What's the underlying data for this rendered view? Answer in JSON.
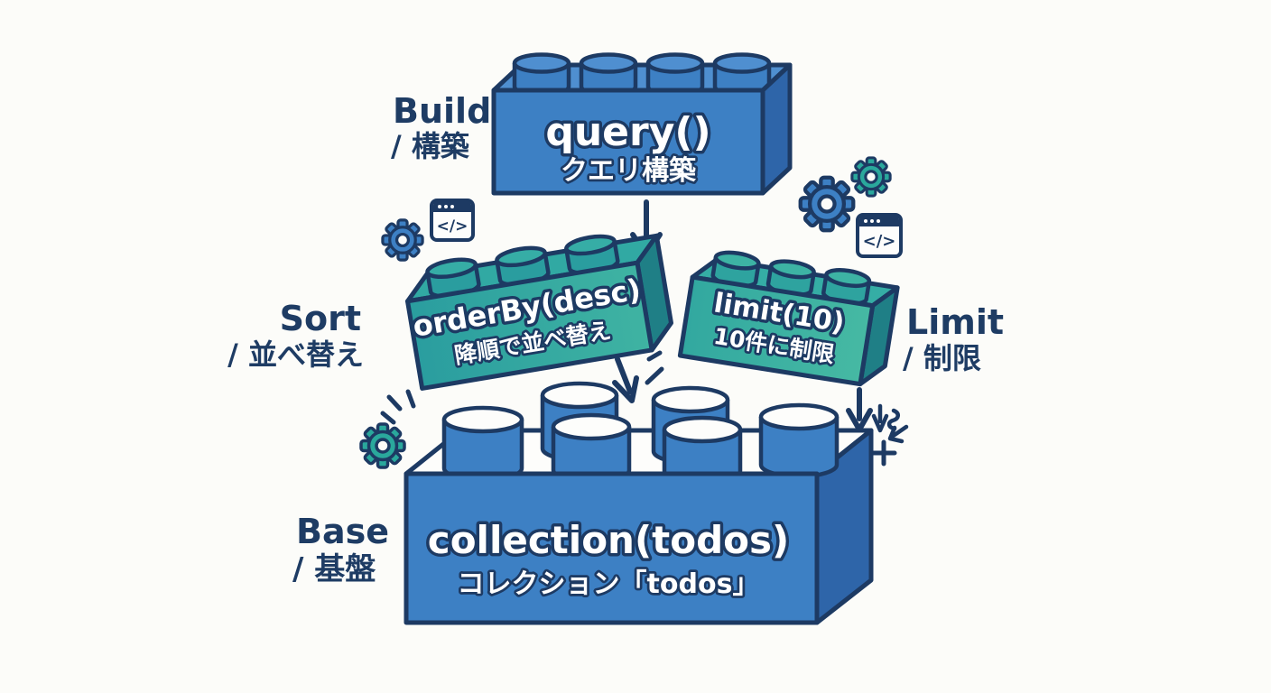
{
  "bricks": {
    "query": {
      "code": "query()",
      "caption": "クエリ構築",
      "label_en": "Build",
      "label_ja": "/ 構築"
    },
    "orderby": {
      "code": "orderBy(desc)",
      "caption": "降順で並べ替え",
      "label_en": "Sort",
      "label_ja": "/ 並べ替え"
    },
    "limit": {
      "code": "limit(10)",
      "caption": "10件に制限",
      "label_en": "Limit",
      "label_ja": "/ 制限"
    },
    "collection": {
      "code": "collection(todos)",
      "caption": "コレクション「todos」",
      "label_en": "Base",
      "label_ja": "/ 基盤"
    }
  },
  "icons": {
    "code_glyph": "</>",
    "plus_glyph": "+",
    "names": [
      "gear-icon-blue-left",
      "code-window-icon-left",
      "gear-icon-blue-right",
      "gear-icon-teal-right",
      "code-window-icon-right",
      "gear-icon-teal-lower-left"
    ]
  },
  "colors": {
    "background": "#fcfcf9",
    "navy_outline": "#1d3a63",
    "label_navy": "#1e3c64",
    "brick_blue": "#3d80c4",
    "brick_blue_top": "#4f8fd0",
    "brick_blue_side": "#2e65a9",
    "brick_teal": "#2a9d9f",
    "brick_teal_light": "#42b6a1",
    "brick_teal_side": "#1f7f86",
    "white": "#fdfdfb"
  }
}
